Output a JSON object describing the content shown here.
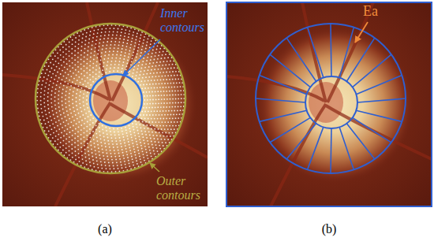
{
  "diagram": {
    "labels": [
      "Inner contours",
      "Outer contours",
      "Ea",
      "(a)",
      "(b)"
    ]
  }
}
